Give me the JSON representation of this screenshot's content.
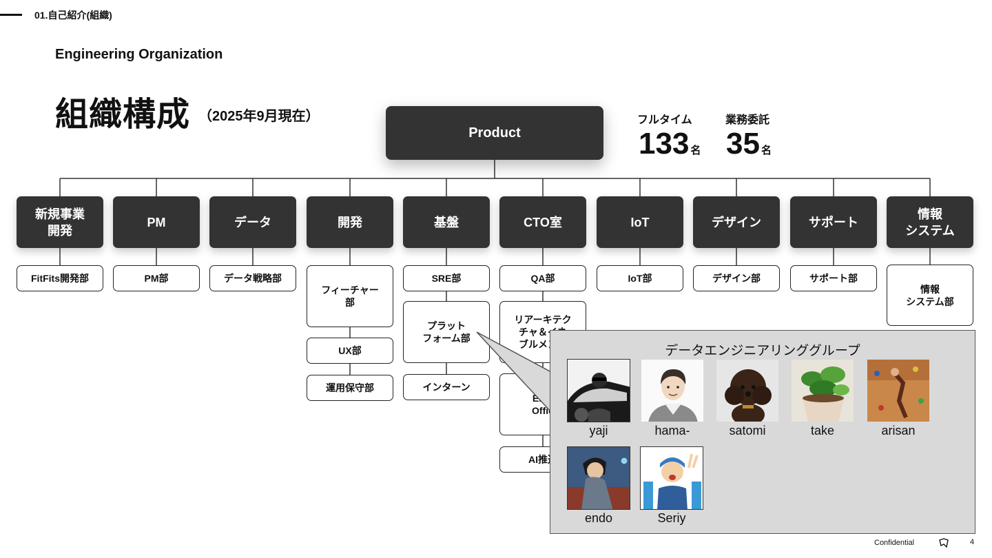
{
  "header": {
    "section_label": "01.自己紹介(組織)",
    "subtitle": "Engineering Organization",
    "title": "組織構成",
    "title_date": "（2025年9月現在）"
  },
  "root": {
    "label": "Product"
  },
  "stats": [
    {
      "label": "フルタイム",
      "value": "133",
      "unit": "名"
    },
    {
      "label": "業務委託",
      "value": "35",
      "unit": "名"
    }
  ],
  "departments": [
    {
      "label": "新規事業\n開発",
      "subs": [
        "FitFits開発部"
      ]
    },
    {
      "label": "PM",
      "subs": [
        "PM部"
      ]
    },
    {
      "label": "データ",
      "subs": [
        "データ戦略部"
      ]
    },
    {
      "label": "開発",
      "subs": [
        "フィーチャー\n部",
        "UX部",
        "運用保守部"
      ]
    },
    {
      "label": "基盤",
      "subs": [
        "SRE部",
        "プラット\nフォーム部",
        "インターン"
      ]
    },
    {
      "label": "CTO室",
      "subs": [
        "QA部",
        "リアーキテク\nチャ＆イネ\nブルメント",
        "Engi\nOffic",
        "AI推進"
      ]
    },
    {
      "label": "IoT",
      "subs": [
        "IoT部"
      ]
    },
    {
      "label": "デザイン",
      "subs": [
        "デザイン部"
      ]
    },
    {
      "label": "サポート",
      "subs": [
        "サポート部"
      ]
    },
    {
      "label": "情報\nシステム",
      "subs": [
        "情報\nシステム部"
      ]
    }
  ],
  "popup": {
    "title": "データエンジニアリンググループ",
    "members": [
      {
        "name": "yaji",
        "photo": "car-driver-photo"
      },
      {
        "name": "hama-",
        "photo": "illustrated-man-photo"
      },
      {
        "name": "satomi",
        "photo": "dog-photo"
      },
      {
        "name": "take",
        "photo": "plant-photo"
      },
      {
        "name": "arisan",
        "photo": "climbing-photo"
      },
      {
        "name": "endo",
        "photo": "anime-character-photo"
      },
      {
        "name": "Seriy",
        "photo": "cartoon-worker-photo"
      }
    ]
  },
  "footer": {
    "confidential": "Confidential",
    "page": "4",
    "logo_icon": "brand-logo-icon"
  },
  "colors": {
    "dept_fill": "#333333",
    "popup_bg": "#d9d9d9",
    "connector": "#333333"
  }
}
